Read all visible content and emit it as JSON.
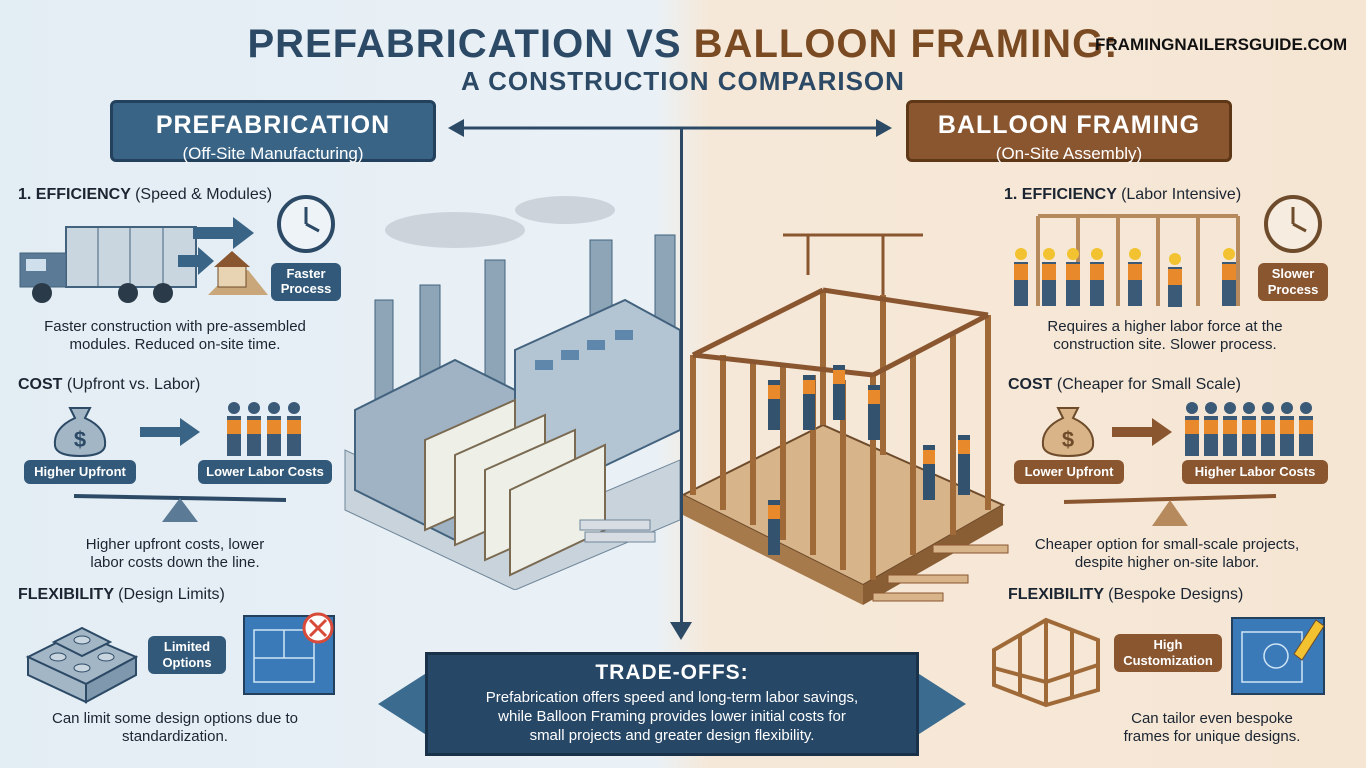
{
  "header": {
    "title_part1": "PREFABRICATION VS ",
    "title_part2": "BALLOON FRAMING:",
    "subtitle": "A CONSTRUCTION COMPARISON",
    "site": "FRAMINGNAILERSGUIDE.COM"
  },
  "left": {
    "title": "PREFABRICATION",
    "subtitle": "(Off-Site Manufacturing)",
    "efficiency": {
      "label": "1. EFFICIENCY",
      "detail": "(Speed & Modules)",
      "tag": "Faster Process",
      "desc1": "Faster construction with pre-assembled",
      "desc2": "modules. Reduced on-site time."
    },
    "cost": {
      "label": "COST",
      "detail": "(Upfront vs. Labor)",
      "tag_a": "Higher Upfront",
      "tag_b": "Lower Labor Costs",
      "desc1": "Higher upfront costs, lower",
      "desc2": "labor costs down the line."
    },
    "flex": {
      "label": "FLEXIBILITY",
      "detail": "(Design Limits)",
      "tag1": "Limited",
      "tag2": "Options",
      "desc1": "Can limit some design options due to",
      "desc2": "standardization."
    }
  },
  "right": {
    "title": "BALLOON FRAMING",
    "subtitle": "(On-Site Assembly)",
    "efficiency": {
      "label": "1. EFFICIENCY",
      "detail": "(Labor Intensive)",
      "tag1": "Slower",
      "tag2": "Process",
      "desc1": "Requires a higher labor force at the",
      "desc2": "construction site. Slower process."
    },
    "cost": {
      "label": "COST",
      "detail": "(Cheaper for Small Scale)",
      "tag_a": "Lower Upfront",
      "tag_b": "Higher Labor Costs",
      "desc1": "Cheaper option for small-scale projects,",
      "desc2": "despite higher on-site labor."
    },
    "flex": {
      "label": "FLEXIBILITY",
      "detail": "(Bespoke Designs)",
      "tag1": "High",
      "tag2": "Customization",
      "desc1": "Can tailor even bespoke",
      "desc2": "frames for unique designs."
    }
  },
  "tradeoffs": {
    "title": "TRADE-OFFS:",
    "line1": "Prefabrication offers speed and long-term labor savings,",
    "line2": "while Balloon Framing provides lower initial costs for",
    "line3": "small projects and greater design flexibility."
  },
  "colors": {
    "blue": "#3a6486",
    "brown": "#8a5630",
    "navy": "#274766"
  }
}
